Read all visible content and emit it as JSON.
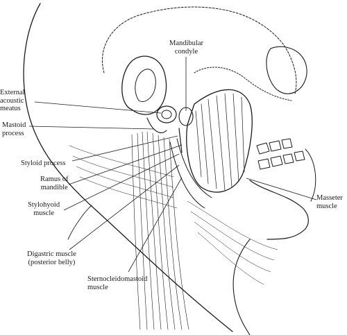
{
  "labels": {
    "mandibular_condyle": [
      "Mandibular",
      "condyle"
    ],
    "external_acoustic_meatus": [
      "External",
      "acoustic",
      "meatus"
    ],
    "mastoid_process": [
      "Mastoid",
      "process"
    ],
    "styloid_process": [
      "Styloid process"
    ],
    "ramus_of_mandible": [
      "Ramus of",
      "mandible"
    ],
    "stylohyoid_muscle": [
      "Stylohyoid",
      "muscle"
    ],
    "digastric_muscle": [
      "Digastric muscle",
      "(posterior belly)"
    ],
    "sternocleidomastoid_muscle": [
      "Sternocleidomastoid",
      "muscle"
    ],
    "masseter_muscle": [
      "Masseter",
      "muscle"
    ]
  },
  "colors": {
    "ink": "#1a1a1a",
    "background": "#ffffff"
  }
}
